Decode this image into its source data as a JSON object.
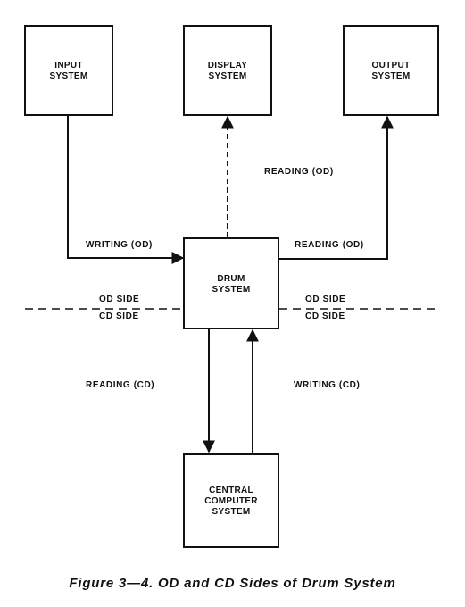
{
  "blocks": {
    "input": {
      "line1": "INPUT",
      "line2": "SYSTEM"
    },
    "display": {
      "line1": "DISPLAY",
      "line2": "SYSTEM"
    },
    "output": {
      "line1": "OUTPUT",
      "line2": "SYSTEM"
    },
    "drum": {
      "line1": "DRUM",
      "line2": "SYSTEM"
    },
    "central": {
      "line1": "CENTRAL",
      "line2": "COMPUTER",
      "line3": "SYSTEM"
    }
  },
  "connections": {
    "writing_od": "WRITING (OD)",
    "reading_od_display": "READING (OD)",
    "reading_od_output": "READING (OD)",
    "reading_cd": "READING (CD)",
    "writing_cd": "WRITING (CD)"
  },
  "sides": {
    "left_od": "OD SIDE",
    "left_cd": "CD SIDE",
    "right_od": "OD SIDE",
    "right_cd": "CD SIDE"
  },
  "caption": "Figure 3—4. OD and CD Sides of Drum System"
}
